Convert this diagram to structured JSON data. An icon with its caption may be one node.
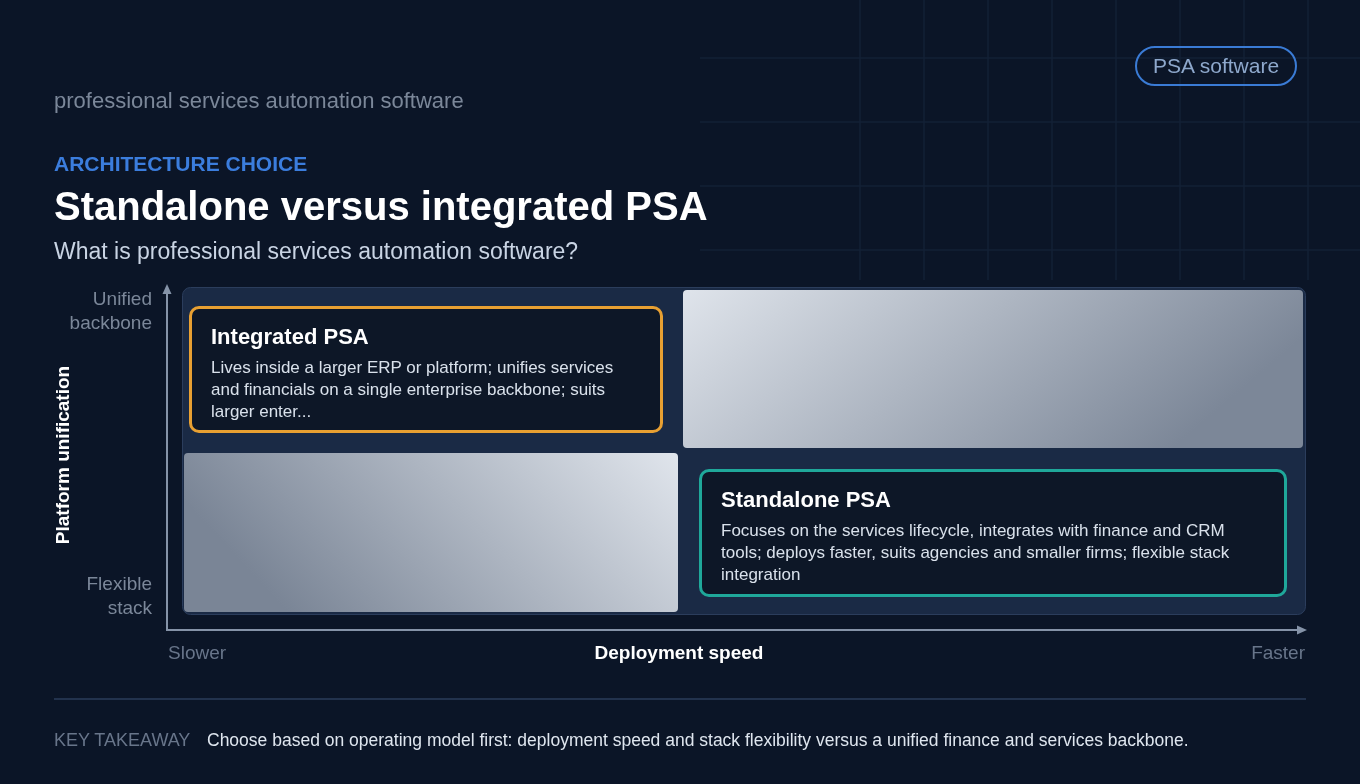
{
  "diagram": {
    "title": "Standalone versus integrated PSA",
    "nodes": [
      {
        "text": [
          "Integrated PSA",
          "Lives inside a larger ERP or platform; unifies services and financials on a single enterprise backbone; suits larger enter..."
        ]
      },
      {
        "text": [
          "Standalone PSA",
          "Focuses on the services lifecycle, integrates with finance and CRM tools; deploys faster, suits agencies and smaller firms; flexible stack integration"
        ]
      }
    ],
    "labels": [
      "professional services automation software",
      "PSA software",
      "ARCHITECTURE CHOICE",
      "What is professional services automation software?",
      "Unified backbone",
      "Platform unification",
      "Flexible stack",
      "Slower",
      "Deployment speed",
      "Faster",
      "KEY TAKEAWAY",
      "Choose based on operating model first: deployment speed and stack flexibility versus a unified finance and services backbone."
    ]
  }
}
